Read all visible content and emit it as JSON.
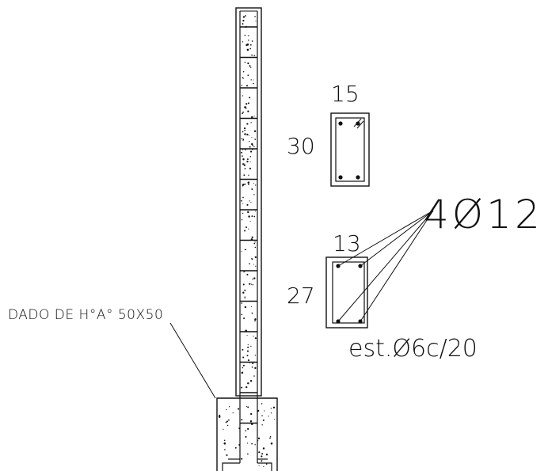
{
  "labels": {
    "footing": "DADO DE H°A° 50X50",
    "upper_width": "15",
    "upper_height": "30",
    "lower_width": "13",
    "lower_height": "27",
    "main_rebar": "4Ø12",
    "stirrups": "est.Ø6c/20"
  },
  "colors": {
    "line": "#111111",
    "background": "#ffffff"
  }
}
